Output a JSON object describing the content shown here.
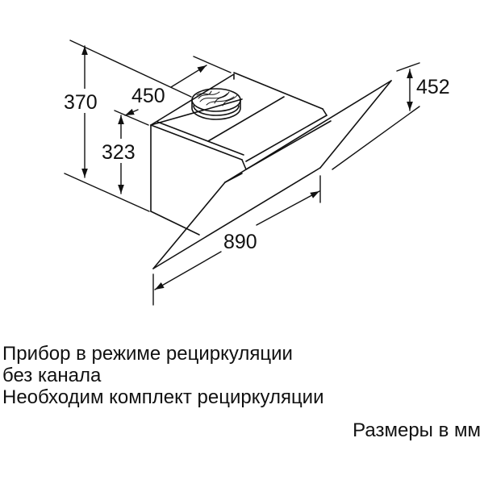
{
  "diagram": {
    "subject": "Wall-mounted inclined glass cooker hood, recirculation mode",
    "dimensions": {
      "total_height": "370",
      "body_height": "323",
      "depth": "450",
      "width": "890",
      "glass_height": "452"
    },
    "line_color": "#111111",
    "background_color": "#ffffff"
  },
  "caption": {
    "lines": [
      "Прибор в режиме рециркуляции",
      "без канала",
      "Необходим комплект рециркуляции"
    ],
    "units_note": "Размеры в мм"
  }
}
